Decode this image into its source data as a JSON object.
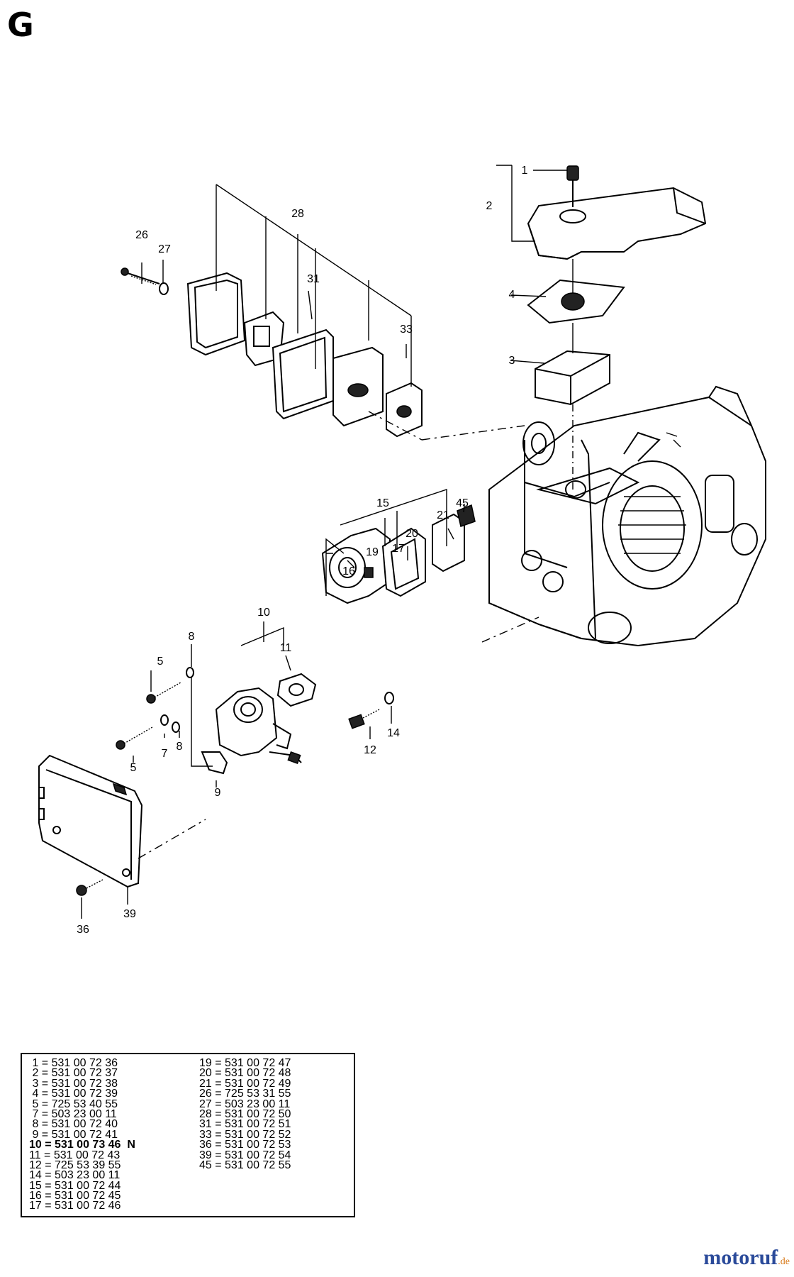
{
  "page_letter": "G",
  "callouts": {
    "c1": "1",
    "c2": "2",
    "c3": "3",
    "c4": "4",
    "c5a": "5",
    "c5b": "5",
    "c7": "7",
    "c8a": "8",
    "c8b": "8",
    "c9": "9",
    "c10": "10",
    "c11": "11",
    "c12": "12",
    "c14": "14",
    "c15": "15",
    "c16": "16",
    "c17": "17",
    "c19": "19",
    "c20": "20",
    "c21": "21",
    "c26": "26",
    "c27": "27",
    "c28": "28",
    "c31": "31",
    "c33": "33",
    "c36": "36",
    "c39": "39",
    "c45": "45"
  },
  "parts_list": [
    {
      "ref": "1",
      "number": "531 00 72 36",
      "flag": ""
    },
    {
      "ref": "2",
      "number": "531 00 72 37",
      "flag": ""
    },
    {
      "ref": "3",
      "number": "531 00 72 38",
      "flag": ""
    },
    {
      "ref": "4",
      "number": "531 00 72 39",
      "flag": ""
    },
    {
      "ref": "5",
      "number": "725 53 40 55",
      "flag": ""
    },
    {
      "ref": "7",
      "number": "503 23 00 11",
      "flag": ""
    },
    {
      "ref": "8",
      "number": "531 00 72 40",
      "flag": ""
    },
    {
      "ref": "9",
      "number": "531 00 72 41",
      "flag": ""
    },
    {
      "ref": "10",
      "number": "531 00 73 46",
      "flag": "N"
    },
    {
      "ref": "11",
      "number": "531 00 72 43",
      "flag": ""
    },
    {
      "ref": "12",
      "number": "725 53 39 55",
      "flag": ""
    },
    {
      "ref": "14",
      "number": "503 23 00 11",
      "flag": ""
    },
    {
      "ref": "15",
      "number": "531 00 72 44",
      "flag": ""
    },
    {
      "ref": "16",
      "number": "531 00 72 45",
      "flag": ""
    },
    {
      "ref": "17",
      "number": "531 00 72 46",
      "flag": ""
    },
    {
      "ref": "19",
      "number": "531 00 72 47",
      "flag": ""
    },
    {
      "ref": "20",
      "number": "531 00 72 48",
      "flag": ""
    },
    {
      "ref": "21",
      "number": "531 00 72 49",
      "flag": ""
    },
    {
      "ref": "26",
      "number": "725 53 31 55",
      "flag": ""
    },
    {
      "ref": "27",
      "number": "503 23 00 11",
      "flag": ""
    },
    {
      "ref": "28",
      "number": "531 00 72 50",
      "flag": ""
    },
    {
      "ref": "31",
      "number": "531 00 72 51",
      "flag": ""
    },
    {
      "ref": "33",
      "number": "531 00 72 52",
      "flag": ""
    },
    {
      "ref": "36",
      "number": "531 00 72 53",
      "flag": ""
    },
    {
      "ref": "39",
      "number": "531 00 72 54",
      "flag": ""
    },
    {
      "ref": "45",
      "number": "531 00 72 55",
      "flag": ""
    }
  ],
  "brand": {
    "name": "motoruf",
    "tld": ".de"
  }
}
